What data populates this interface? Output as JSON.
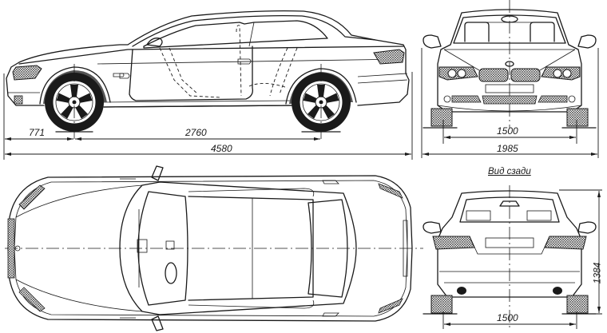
{
  "drawing": {
    "subject": "car blueprint, four orthographic views",
    "views": [
      {
        "id": "side",
        "name": "side view"
      },
      {
        "id": "front",
        "name": "front view"
      },
      {
        "id": "top",
        "name": "top view"
      },
      {
        "id": "rear",
        "name": "rear view",
        "caption": "Вид сзади"
      }
    ],
    "dimensions": {
      "front_overhang": "771",
      "wheelbase": "2760",
      "overall_length": "4580",
      "front_track": "1500",
      "overall_width": "1985",
      "rear_track": "1500",
      "overall_height": "1384"
    },
    "colors": {
      "line": "#1a1a1a",
      "background": "#ffffff"
    }
  }
}
